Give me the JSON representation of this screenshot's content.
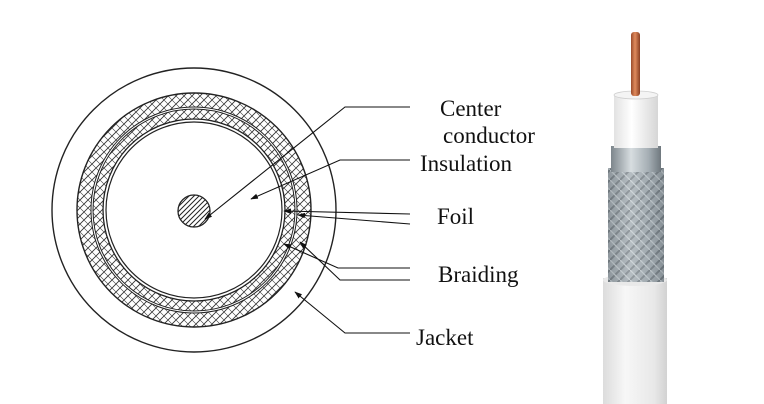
{
  "labels": {
    "center_line1": "Center",
    "center_line2": "conductor",
    "insulation": "Insulation",
    "foil": "Foil",
    "braiding": "Braiding",
    "jacket": "Jacket"
  },
  "colors": {
    "line": "#222222",
    "jacket_fill": "#eeeeee",
    "copper": "#c0643c",
    "foil": "#aab3b9",
    "braid": "#8e979e"
  }
}
